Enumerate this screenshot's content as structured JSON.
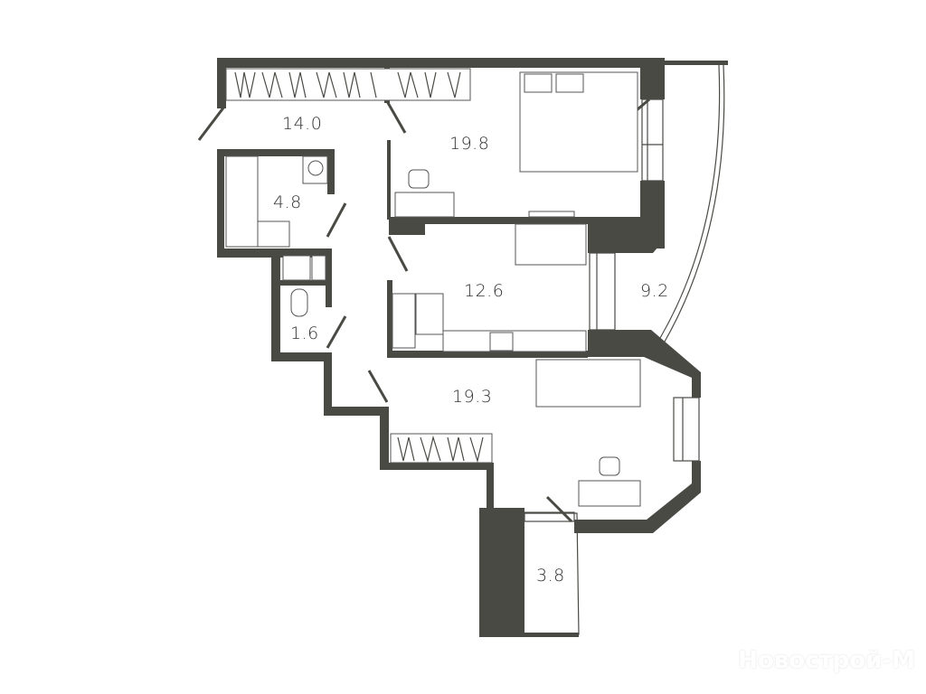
{
  "plan": {
    "rooms": [
      {
        "id": "hall",
        "area": "14.0"
      },
      {
        "id": "bedroom-1",
        "area": "19.8"
      },
      {
        "id": "bathroom",
        "area": "4.8"
      },
      {
        "id": "kitchen",
        "area": "12.6"
      },
      {
        "id": "balcony-1",
        "area": "9.2"
      },
      {
        "id": "toilet",
        "area": "1.6"
      },
      {
        "id": "bedroom-2",
        "area": "19.3"
      },
      {
        "id": "balcony-2",
        "area": "3.8"
      }
    ],
    "wall_color": "#4a4a45"
  },
  "watermark": "Новострой-М"
}
